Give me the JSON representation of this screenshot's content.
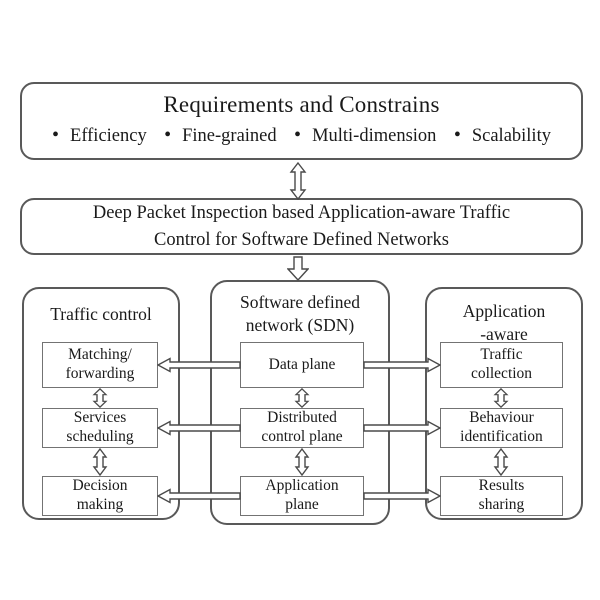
{
  "top_box": {
    "title": "Requirements and Constrains",
    "bullets": [
      "Efficiency",
      "Fine-grained",
      "Multi-dimension",
      "Scalability"
    ]
  },
  "middle_box": {
    "lines": [
      "Deep Packet Inspection based Application-aware Traffic",
      "Control for Software Defined Networks"
    ]
  },
  "columns": [
    {
      "header_lines": [
        "Traffic control",
        ""
      ],
      "boxes": [
        [
          "Matching/",
          "forwarding"
        ],
        [
          "Services",
          "scheduling"
        ],
        [
          "Decision",
          "making"
        ]
      ]
    },
    {
      "header_lines": [
        "Software defined",
        "network (SDN)"
      ],
      "boxes": [
        [
          "Data plane",
          ""
        ],
        [
          "Distributed",
          "control plane"
        ],
        [
          "Application",
          "plane"
        ]
      ]
    },
    {
      "header_lines": [
        "Application",
        "-aware"
      ],
      "boxes": [
        [
          "Traffic",
          "collection"
        ],
        [
          "Behaviour",
          "identification"
        ],
        [
          "Results",
          "sharing"
        ]
      ]
    }
  ],
  "connectors": {
    "requirements_to_dpi": "vertical double-headed hollow arrow",
    "dpi_to_columns": "single downward hollow arrow",
    "middle_to_left_rows": "hollow arrows pointing left into Traffic control boxes",
    "middle_to_right_rows": "hollow arrows pointing right into Application-aware boxes",
    "within_columns": "vertical double-headed hollow arrows between stacked boxes"
  },
  "colors": {
    "background": "#ffffff",
    "outer_border": "#595959",
    "inner_border": "#737373",
    "arrow_stroke": "#4a4a4a",
    "text": "#1a1a1a"
  }
}
